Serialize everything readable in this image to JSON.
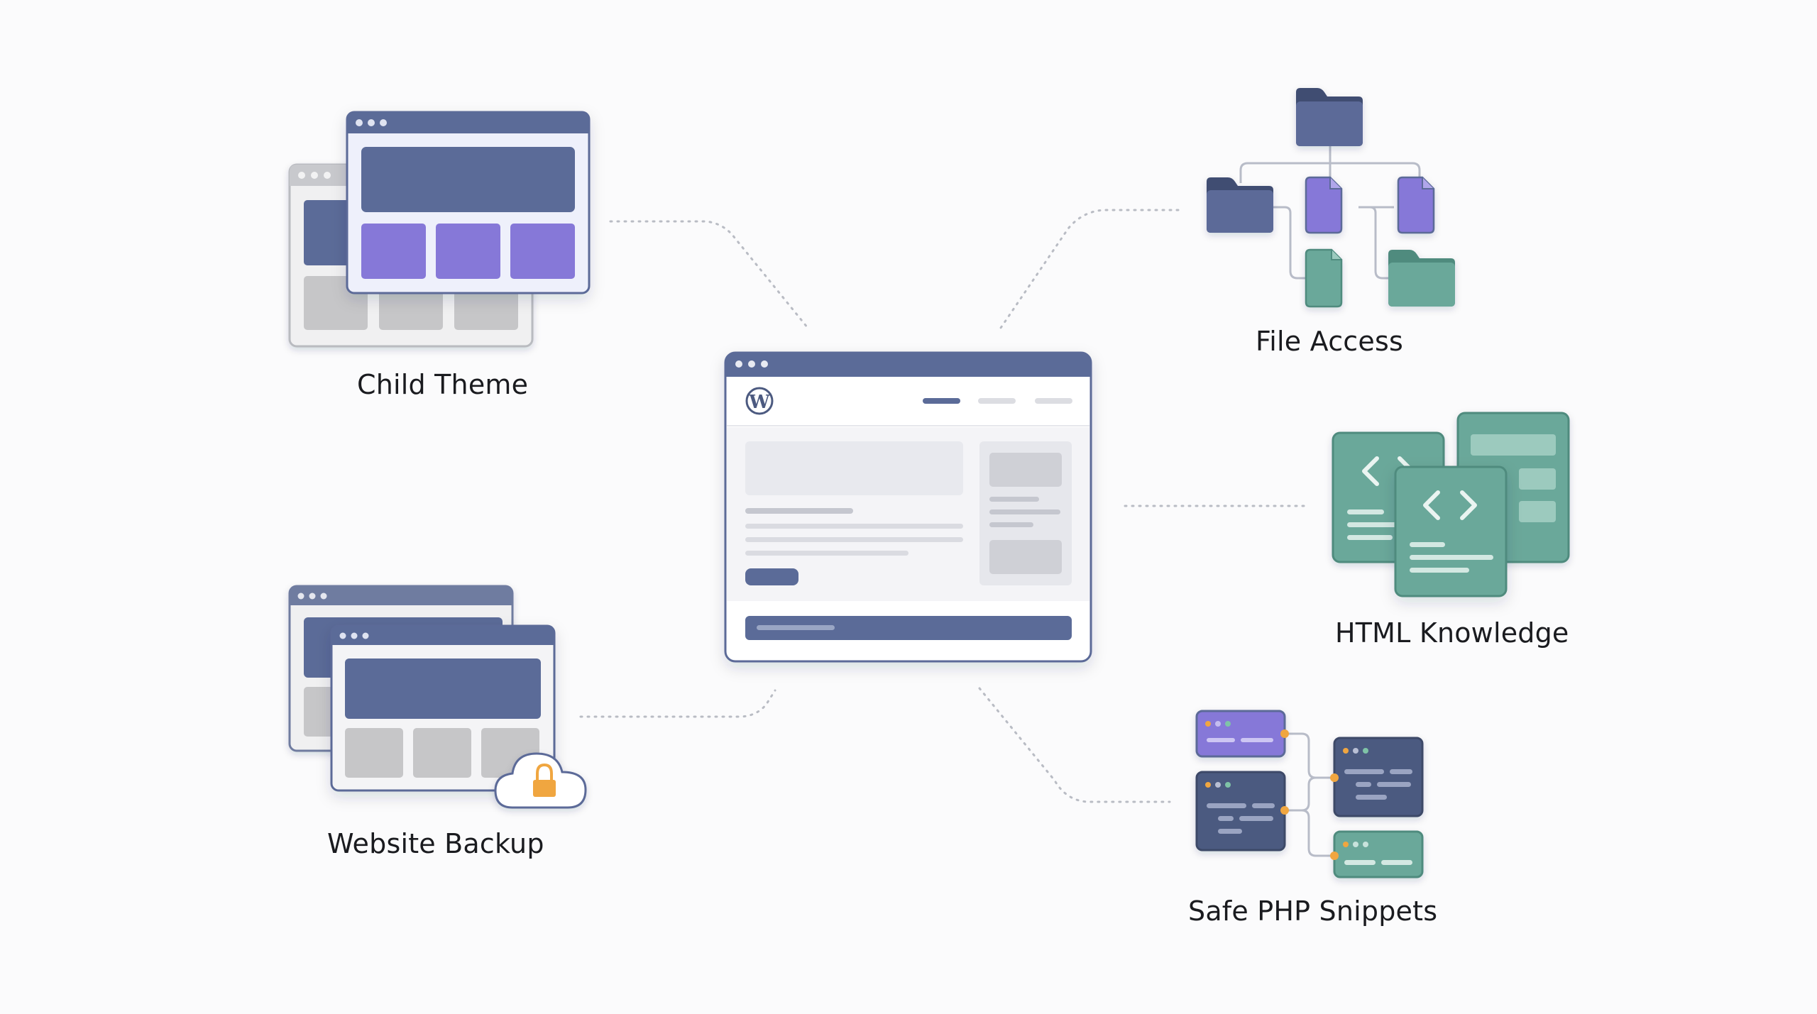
{
  "labels": {
    "child_theme": "Child Theme",
    "website_backup": "Website Backup",
    "file_access": "File Access",
    "html_knowledge": "HTML Knowledge",
    "safe_php_snippets": "Safe PHP Snippets"
  },
  "center": {
    "logo": "W"
  },
  "colors": {
    "slate": "#5b6b98",
    "slate_dark": "#4c5a80",
    "purple": "#8678d8",
    "teal": "#6aa89a",
    "teal_dark": "#4f8b7e",
    "gray": "#c4c4c6",
    "orange": "#f0a640",
    "connector": "#b9bcc4"
  }
}
